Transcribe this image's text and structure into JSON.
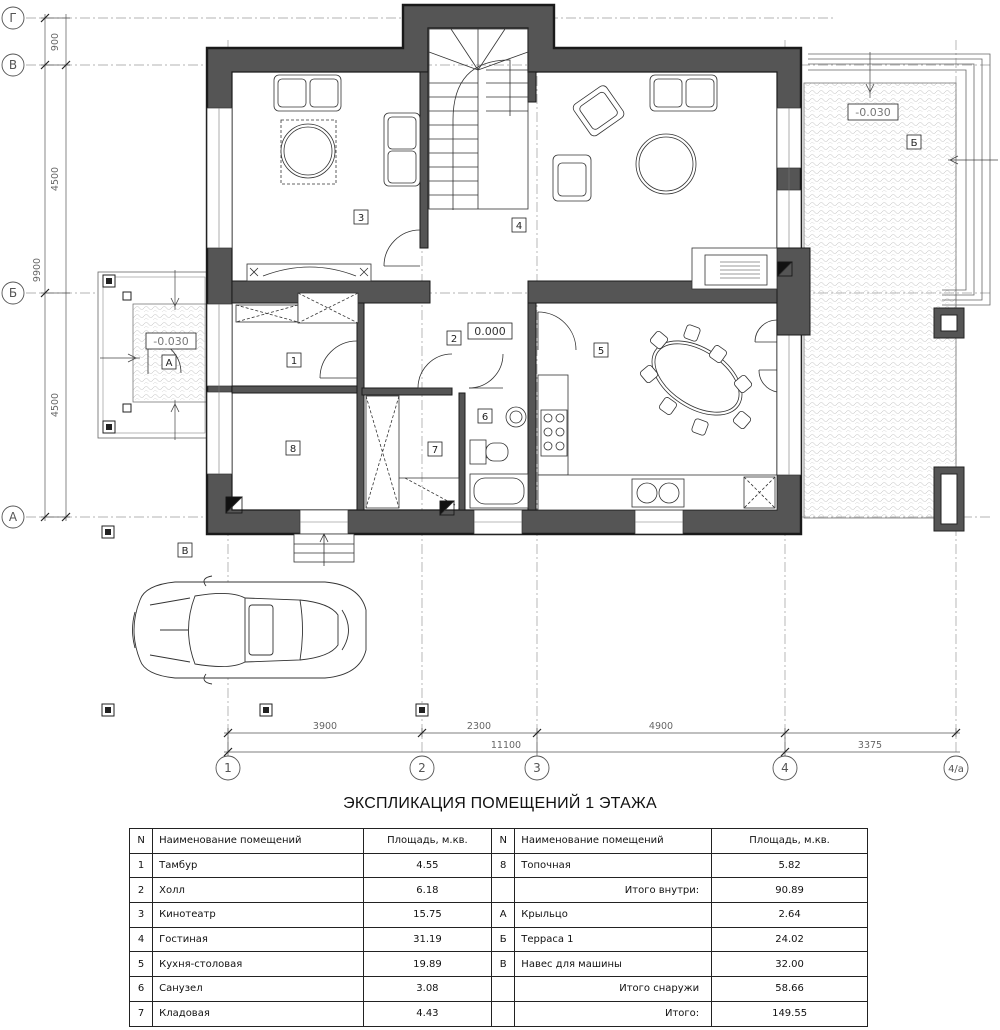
{
  "axes": {
    "vertical": [
      "1",
      "2",
      "3",
      "4",
      "4/a"
    ],
    "horizontal": [
      "Г",
      "В",
      "Б",
      "А"
    ]
  },
  "dimensions": {
    "left": [
      "900",
      "4500",
      "9900",
      "4500"
    ],
    "bottom": [
      "3900",
      "2300",
      "4900",
      "3375",
      "11100"
    ]
  },
  "room_tags": [
    "1",
    "2",
    "3",
    "4",
    "5",
    "6",
    "7",
    "8",
    "А",
    "Б",
    "В"
  ],
  "levels": {
    "hall": "0.000",
    "porch": "-0.030",
    "terrace": "-0.030"
  },
  "table": {
    "title": "ЭКСПЛИКАЦИЯ ПОМЕЩЕНИЙ 1 ЭТАЖА",
    "headers": {
      "n": "N",
      "name": "Наименование помещений",
      "area": "Площадь, м.кв."
    },
    "rows": [
      {
        "l": {
          "n": "1",
          "name": "Тамбур",
          "area": "4.55"
        },
        "r": {
          "n": "8",
          "name": "Топочная",
          "area": "5.82"
        }
      },
      {
        "l": {
          "n": "2",
          "name": "Холл",
          "area": "6.18"
        },
        "r": {
          "n": "",
          "name": "Итого внутри:",
          "area": "90.89"
        }
      },
      {
        "l": {
          "n": "3",
          "name": "Кинотеатр",
          "area": "15.75"
        },
        "r": {
          "n": "А",
          "name": "Крыльцо",
          "area": "2.64"
        }
      },
      {
        "l": {
          "n": "4",
          "name": "Гостиная",
          "area": "31.19"
        },
        "r": {
          "n": "Б",
          "name": "Терраса 1",
          "area": "24.02"
        }
      },
      {
        "l": {
          "n": "5",
          "name": "Кухня-столовая",
          "area": "19.89"
        },
        "r": {
          "n": "В",
          "name": "Навес для машины",
          "area": "32.00"
        }
      },
      {
        "l": {
          "n": "6",
          "name": "Санузел",
          "area": "3.08"
        },
        "r": {
          "n": "",
          "name": "Итого снаружи",
          "area": "58.66"
        }
      },
      {
        "l": {
          "n": "7",
          "name": "Кладовая",
          "area": "4.43"
        },
        "r": {
          "n": "",
          "name": "Итого:",
          "area": "149.55"
        }
      }
    ]
  }
}
